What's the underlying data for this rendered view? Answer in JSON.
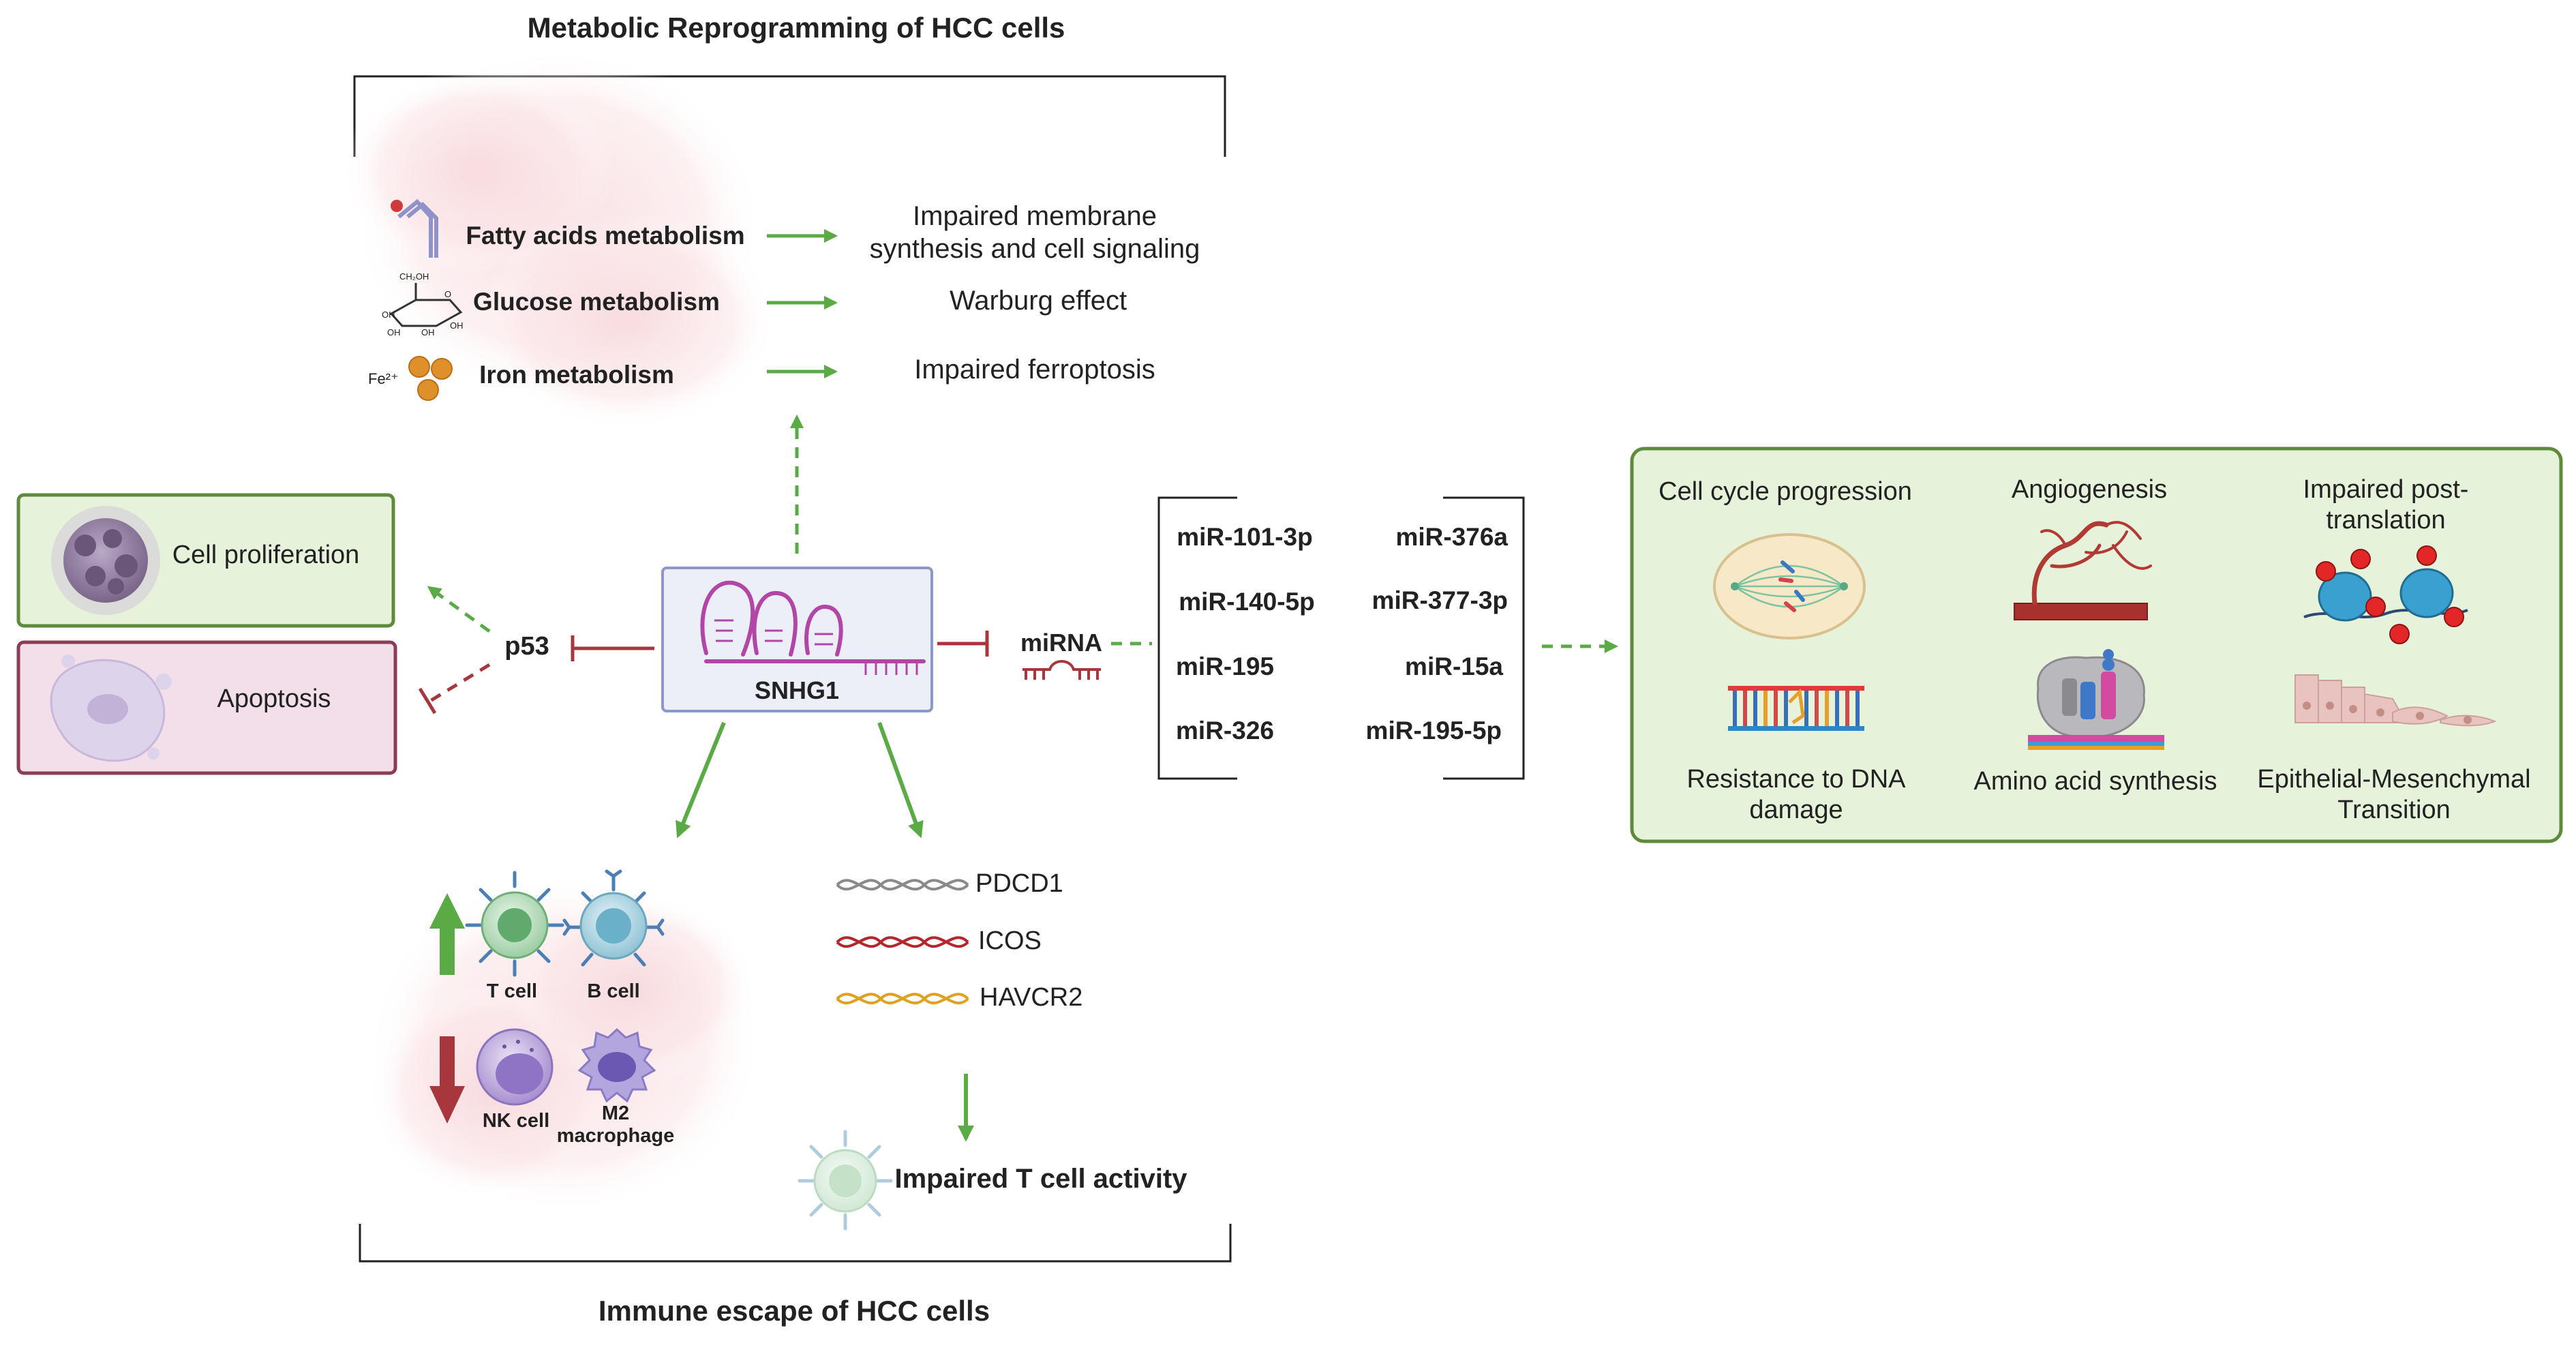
{
  "metabolic": {
    "title": "Metabolic Reprogramming of HCC cells",
    "items": [
      {
        "label": "Fatty acids metabolism",
        "effect_line1": "Impaired membrane",
        "effect_line2": "synthesis and cell signaling"
      },
      {
        "label": "Glucose metabolism",
        "effect_line1": "Warburg effect",
        "effect_line2": ""
      },
      {
        "label": "Iron metabolism",
        "effect_line1": "Impaired ferroptosis",
        "effect_line2": ""
      }
    ],
    "iron_symbol": "Fe²⁺",
    "glucose_labels": {
      "ch2oh": "CH₂OH",
      "oh": "OH",
      "o": "O"
    }
  },
  "center": {
    "label": "SNHG1"
  },
  "p53": {
    "label": "p53"
  },
  "outcomes": {
    "proliferation": "Cell proliferation",
    "apoptosis": "Apoptosis"
  },
  "mirna": {
    "label": "miRNA",
    "left": [
      "miR-101-3p",
      "miR-140-5p",
      "miR-195",
      "miR-326"
    ],
    "right": [
      "miR-376a",
      "miR-377-3p",
      "miR-15a",
      "miR-195-5p"
    ]
  },
  "effects": {
    "items": [
      {
        "line1": "Cell cycle progression",
        "line2": ""
      },
      {
        "line1": "Angiogenesis",
        "line2": ""
      },
      {
        "line1": "Impaired post-",
        "line2": "translation"
      },
      {
        "line1": "Resistance to DNA",
        "line2": "damage"
      },
      {
        "line1": "Amino acid synthesis",
        "line2": ""
      },
      {
        "line1": "Epithelial-Mesenchymal",
        "line2": "Transition"
      }
    ]
  },
  "immune": {
    "title": "Immune escape of HCC cells",
    "cells": {
      "t_cell": "T cell",
      "b_cell": "B cell",
      "nk_cell": "NK cell",
      "m2_line1": "M2",
      "m2_line2": "macrophage"
    },
    "genes": [
      "PDCD1",
      "ICOS",
      "HAVCR2"
    ],
    "result": "Impaired T cell activity"
  },
  "colors": {
    "green_arrow": "#5aaa46",
    "red_inhibit": "#a8373d",
    "green_box_fill": "#e7f2da",
    "green_box_stroke": "#5e8a3c",
    "pink_box_fill": "#f2dfe9",
    "pink_box_stroke": "#8a3d55",
    "snhg1_fill": "#eceef8",
    "snhg1_stroke": "#8d97c8",
    "rna": "#b246a6",
    "dna_gray": "#8a8a8a",
    "dna_red": "#b3272d",
    "dna_orange": "#e0a020"
  },
  "icons": [
    "fatty-acid-icon",
    "glucose-icon",
    "iron-icon",
    "tumor-cell-icon",
    "apoptotic-cell-icon",
    "snhg1-rna-icon",
    "mirna-hairpin-icon",
    "mitotic-spindle-icon",
    "blood-vessel-icon",
    "ribosome-icon",
    "dna-ladder-icon",
    "amino-acid-synthesis-icon",
    "emt-cells-icon",
    "t-cell-icon",
    "b-cell-icon",
    "nk-cell-icon",
    "m2-macrophage-icon",
    "dna-helix-icon",
    "inactive-t-cell-icon"
  ]
}
